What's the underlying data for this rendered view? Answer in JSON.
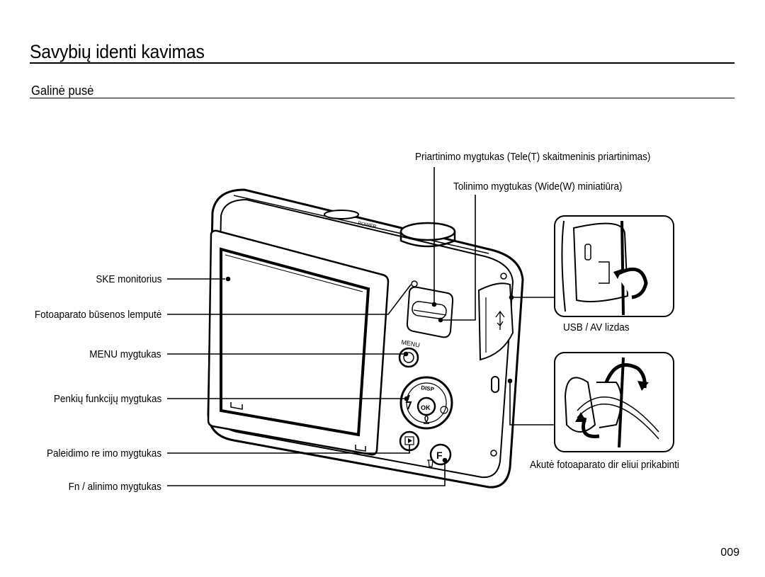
{
  "header": {
    "title": "Savybių identi kavimas",
    "section": "Galinė pusė"
  },
  "callouts": {
    "tele": "Priartinimo mygtukas (Tele(T) skaitmeninis priartinimas)",
    "wide": "Tolinimo mygtukas (Wide(W) miniatiūra)",
    "lcd": "SKE monitorius",
    "status_lamp": "Fotoaparato būsenos lemputė",
    "menu": "MENU mygtukas",
    "five_way": "Penkių funkcijų mygtukas",
    "play": "Paleidimo re imo mygtukas",
    "fn": "Fn / alinimo mygtukas",
    "usb": "USB / AV lizdas",
    "strap": "Akutė fotoaparato dir eliui prikabinti"
  },
  "camera_markings": {
    "power": "POWER",
    "menu": "MENU",
    "disp": "DISP",
    "ok": "OK",
    "fn": "F"
  },
  "footer": {
    "page_number": "009"
  }
}
